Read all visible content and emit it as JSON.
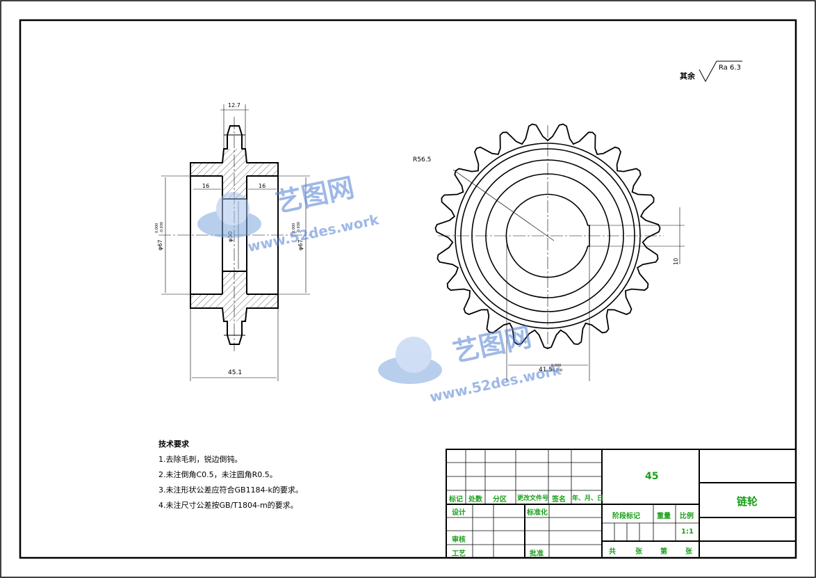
{
  "drawing": {
    "surface_note": {
      "label": "其余",
      "roughness": "Ra 6.3"
    },
    "side_view": {
      "dims": {
        "tooth_width": "12.7",
        "hub_left": "16",
        "hub_right": "16",
        "bore_dia": "φ30",
        "hub_dia_left": "φ67",
        "hub_dia_right": "φ67",
        "tol_upper": "0.000",
        "tol_lower": "-0.030",
        "overall_length": "45.1"
      }
    },
    "front_view": {
      "dims": {
        "radius": "R56.5",
        "key_width": "10",
        "keyway_depth": "41.5",
        "tol_upper": "0.000",
        "tol_lower": "-0.100"
      },
      "teeth": 23
    }
  },
  "tech_notes": {
    "title": "技术要求",
    "items": [
      "1.去除毛刺，锐边倒钝。",
      "2.未注倒角C0.5，未注圆角R0.5。",
      "3.未注形状公差应符合GB1184-k的要求。",
      "4.未注尺寸公差按GB/T1804-m的要求。"
    ]
  },
  "title_block": {
    "material": "45",
    "part_name": "链轮",
    "rev_headers": [
      "标记",
      "处数",
      "分区",
      "更改文件号",
      "签名",
      "年、月、日"
    ],
    "roles": {
      "design": "设计",
      "standard": "标准化",
      "check": "审核",
      "process": "工艺",
      "approve": "批准"
    },
    "stage_mark": "阶段标记",
    "weight": "重量",
    "scale_label": "比例",
    "scale_value": "1:1",
    "sheet_total": "共",
    "sheet_unit": "张",
    "sheet_no": "第",
    "sheet_no_unit": "张"
  },
  "watermark": {
    "brand": "艺图网",
    "url": "www.52des.work"
  }
}
